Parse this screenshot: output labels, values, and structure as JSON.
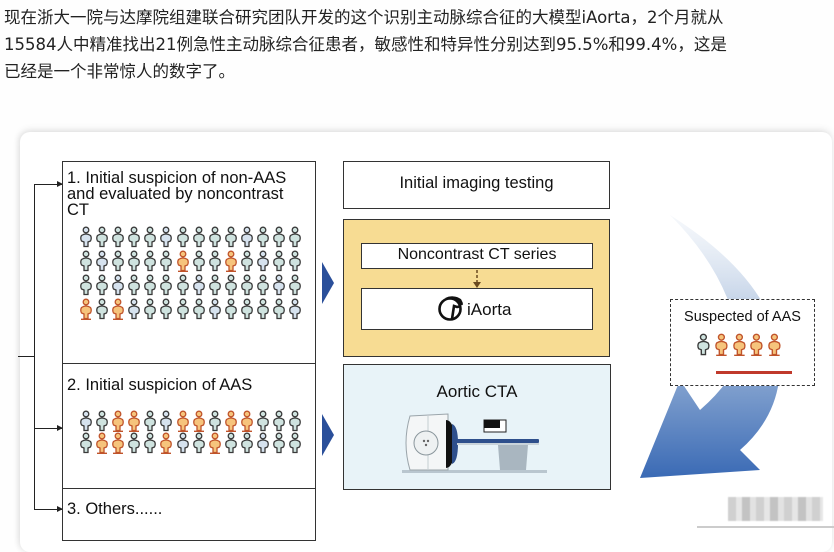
{
  "article": {
    "lines": [
      "现在浙大一院与达摩院组建联合研究团队开发的这个识别主动脉综合征的大模型iAorta，2个月就从",
      "15584人中精准找出21例急性主动脉综合征患者，敏感性和特异性分别达到95.5%和99.4%，这是",
      "已经是一个非常惊人的数字了。"
    ]
  },
  "diagram": {
    "sections": [
      {
        "label_lines": [
          "1. Initial suspicion of non-AAS",
          "and evaluated by noncontrast",
          "CT"
        ],
        "grid": {
          "rows": 4,
          "cols": 14,
          "highlighted": [
            [
              1,
              6
            ],
            [
              1,
              9
            ],
            [
              3,
              0
            ],
            [
              3,
              2
            ]
          ]
        }
      },
      {
        "label_lines": [
          "2. Initial suspicion of AAS"
        ],
        "grid": {
          "rows": 2,
          "cols": 14,
          "highlighted": [
            [
              0,
              2
            ],
            [
              0,
              3
            ],
            [
              0,
              6
            ],
            [
              0,
              7
            ],
            [
              0,
              9
            ],
            [
              0,
              10
            ],
            [
              1,
              1
            ],
            [
              1,
              2
            ],
            [
              1,
              5
            ],
            [
              1,
              8
            ]
          ]
        }
      },
      {
        "label_lines": [
          "3. Others......"
        ]
      }
    ],
    "initial_imaging_label": "Initial imaging testing",
    "noncontrast_label": "Noncontrast CT series",
    "model_name": "iAorta",
    "model_icon": "iaorta-logo-icon",
    "cta_label": "Aortic CTA",
    "cta_icon": "ct-scanner-icon",
    "suspected_label": "Suspected of AAS",
    "suspected_figures": [
      "normal",
      "highlighted",
      "highlighted",
      "highlighted",
      "highlighted"
    ],
    "colors": {
      "normal_fill": "#cfe3df",
      "normal_fill_alt": "#d6e2ee",
      "highlight_fill": "#f6c47c",
      "highlight_stroke": "#c0542b",
      "outline": "#3a3a3a",
      "accent_blue": "#2a4f9a",
      "yellow_panel": "#f7dc93",
      "blue_panel": "#e8f3f8"
    }
  }
}
